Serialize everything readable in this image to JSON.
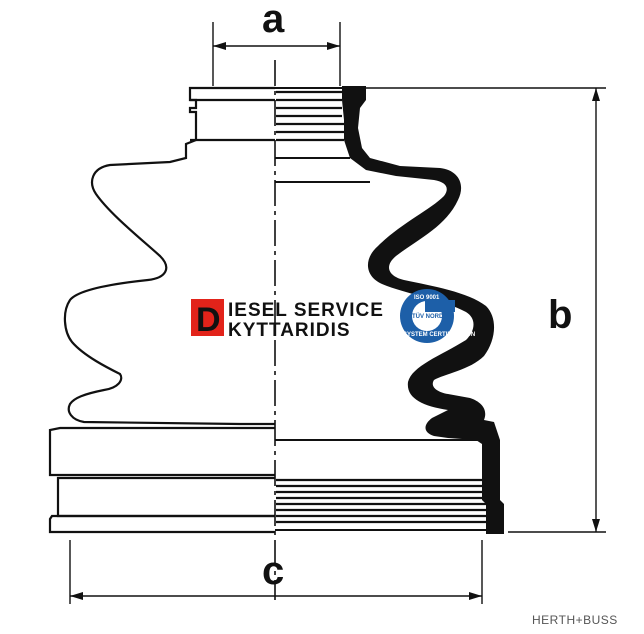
{
  "dimensions": {
    "a": "a",
    "b": "b",
    "c": "c"
  },
  "watermark": {
    "initial": "D",
    "line1": "IESEL  SERVICE",
    "line2": "KYTTARIDIS",
    "badge_top": "ISO 9001",
    "badge_mid": "TÜV NORD",
    "badge_bottom": "SYSTEM CERTIFICATION"
  },
  "brand": "HERTH+BUSS",
  "colors": {
    "logo_red": "#e2231a",
    "badge_blue": "#1d5fa8",
    "line": "#111111"
  }
}
